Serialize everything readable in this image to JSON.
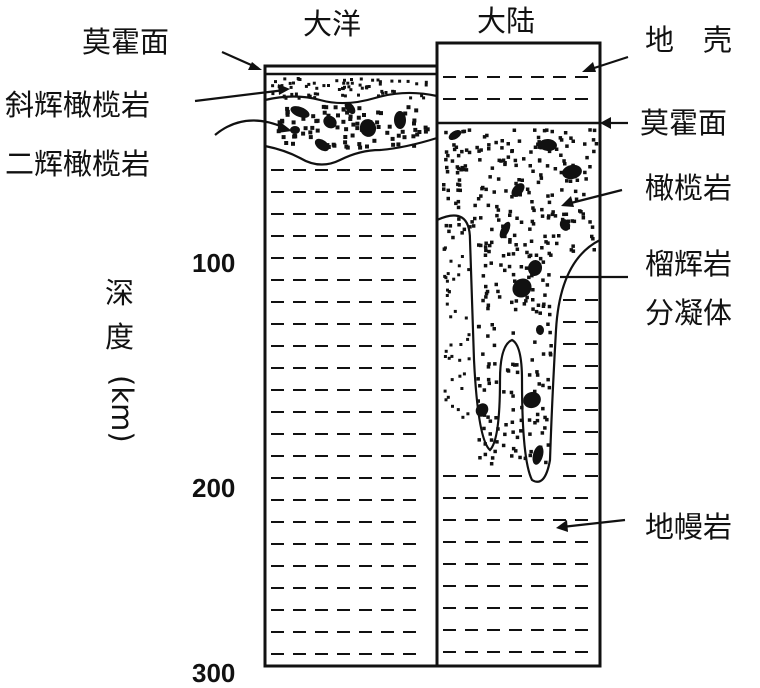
{
  "columns": {
    "ocean": "大洋",
    "continent": "大陆"
  },
  "labels": {
    "moho_left": "莫霍面",
    "plagioclase_peridotite": "斜辉橄榄岩",
    "pyroxene_peridotite": "二辉橄榄岩",
    "crust": "地　壳",
    "moho_right": "莫霍面",
    "peridotite": "橄榄岩",
    "garnet_line1": "榴辉岩",
    "garnet_line2": "分凝体",
    "mantle": "地幔岩"
  },
  "axis": {
    "label_line1": "深",
    "label_line2": "度",
    "label_line3": "(km)",
    "ticks": [
      "100",
      "200",
      "300"
    ]
  },
  "colors": {
    "ink": "#111111",
    "background": "#ffffff"
  }
}
